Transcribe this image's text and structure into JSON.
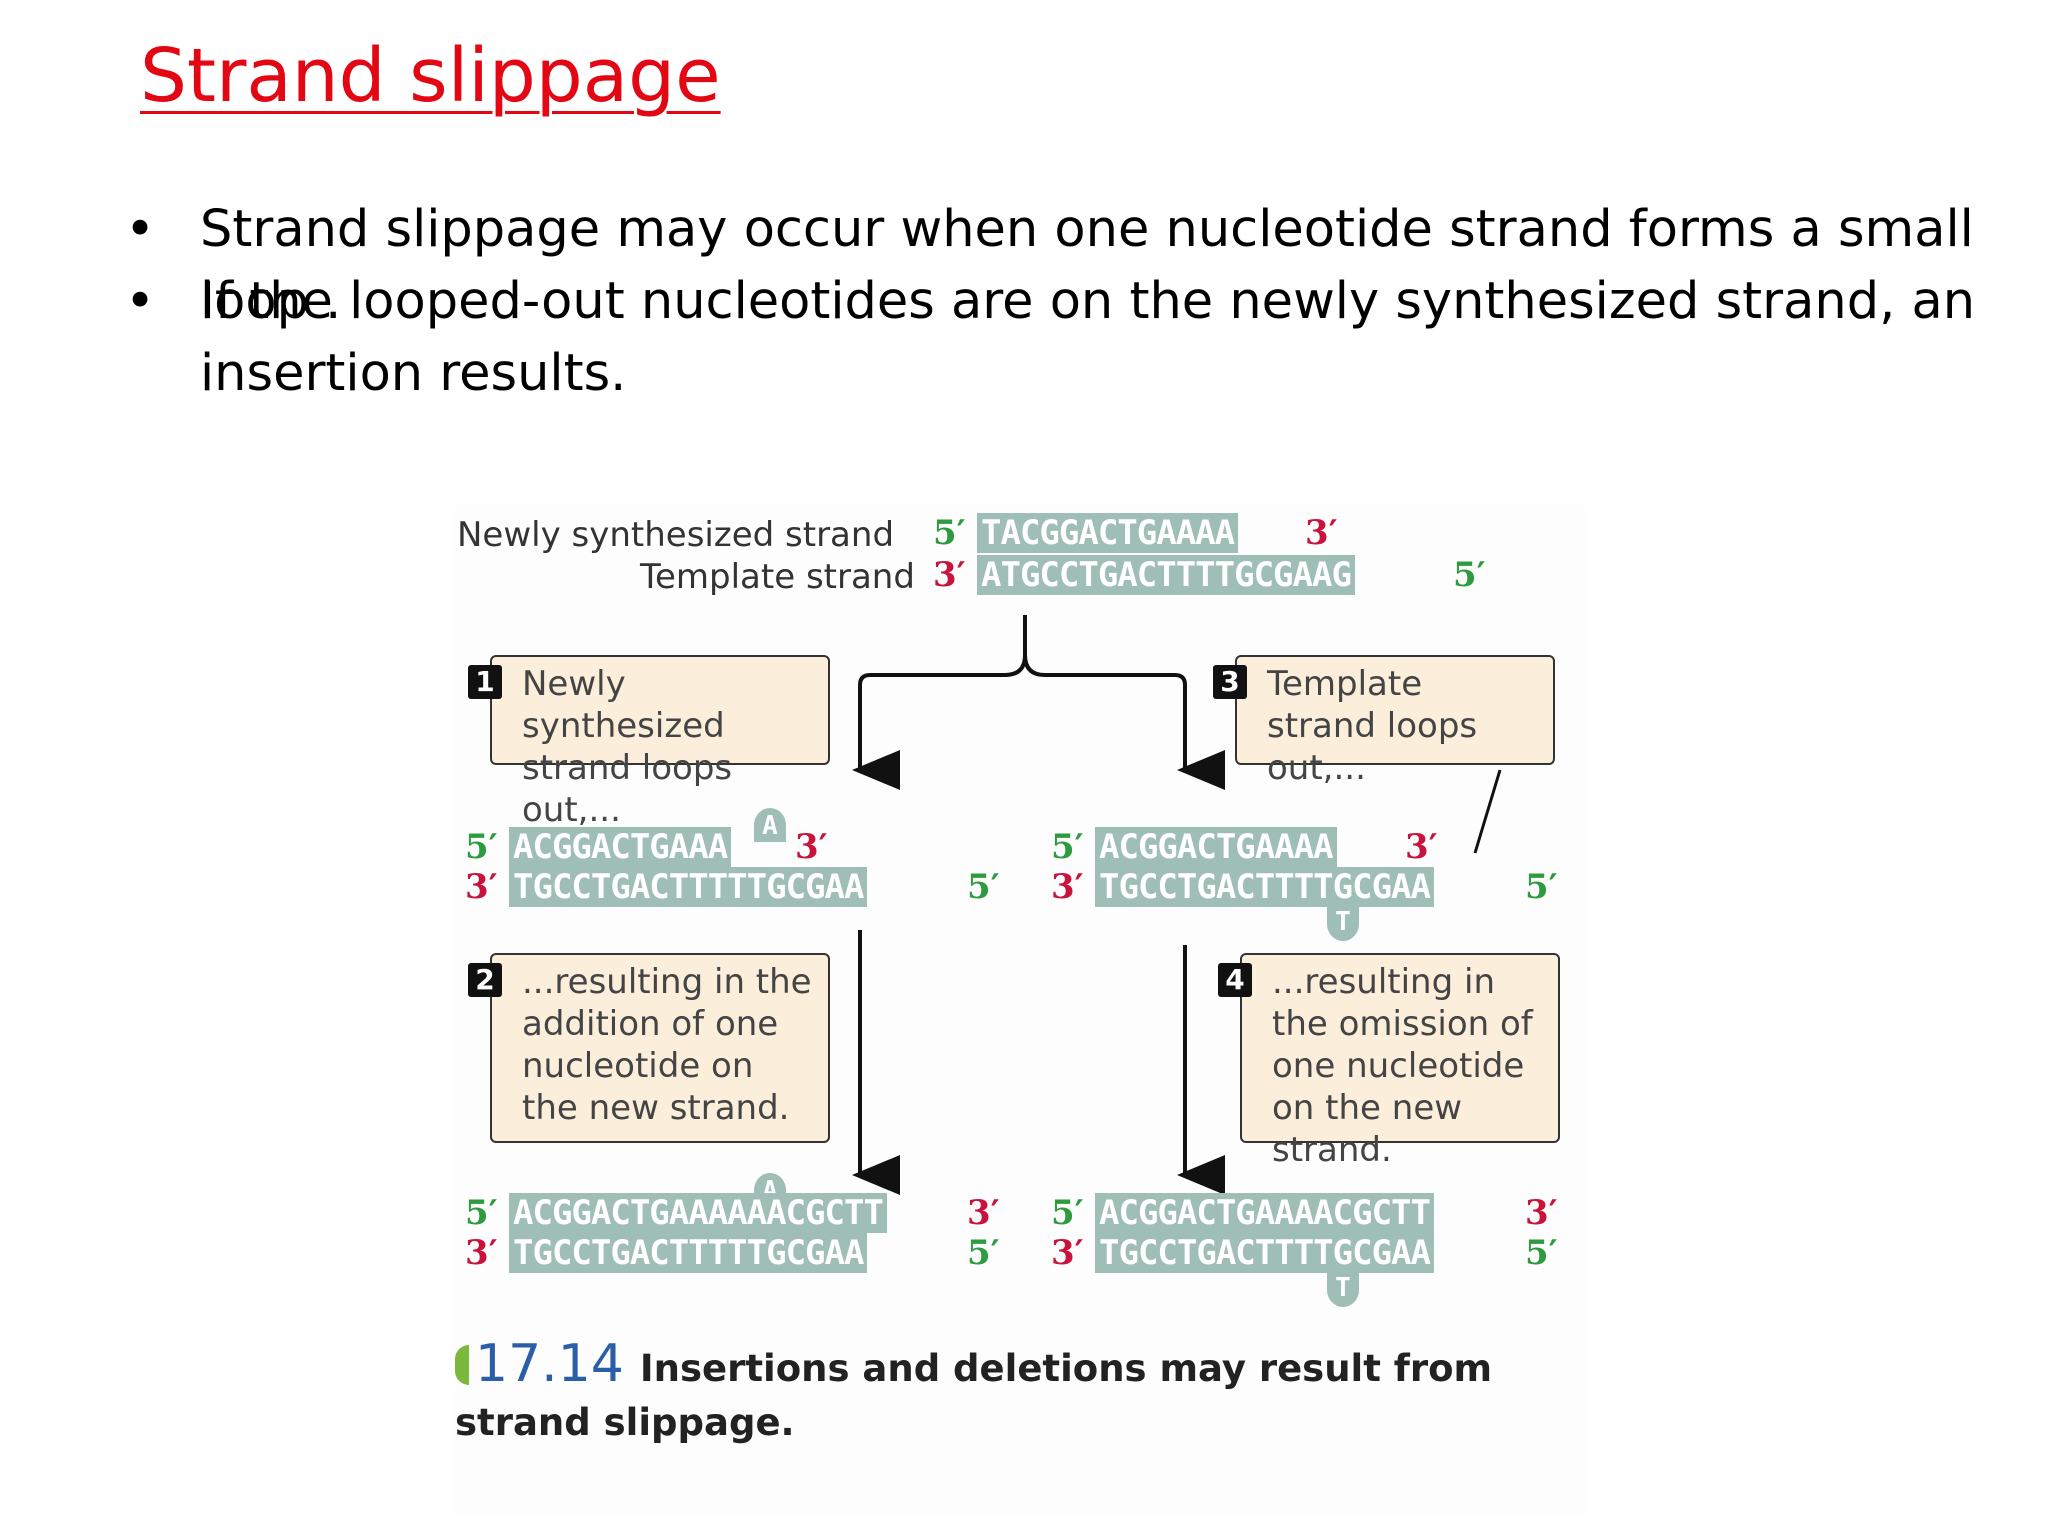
{
  "slide": {
    "title": "Strand slippage",
    "bullets": [
      "Strand slippage may occur when one nucleotide strand forms a small loop .",
      " If the looped-out nucleotides are on the newly synthesized strand, an insertion results."
    ],
    "bullet_symbol": "•"
  },
  "figure": {
    "top": {
      "new_label": "Newly synthesized strand",
      "template_label": "Template strand",
      "new_seq": "TACGGACTGAAAA",
      "template_seq": "ATGCCTGACTTTTGCGAAG"
    },
    "ends": {
      "five": "5′",
      "three": "3′"
    },
    "callouts": [
      {
        "num": "1",
        "text": "Newly synthesized strand loops out,..."
      },
      {
        "num": "2",
        "text": "...resulting in the addition of one nucleotide on the new strand."
      },
      {
        "num": "3",
        "text": "Template strand loops out,..."
      },
      {
        "num": "4",
        "text": "...resulting in the omission of one nucleotide on the new strand."
      }
    ],
    "left_mid": {
      "top_seq": "ACGGACTGAAA",
      "bottom_seq": "TGCCTGACTTTTTGCGAA",
      "loop": "A"
    },
    "right_mid": {
      "top_seq": "ACGGACTGAAAA",
      "bottom_seq": "TGCCTGACTTTTGCGAA",
      "loop": "T"
    },
    "left_bottom": {
      "top_seq": "ACGGACTGAAAAAACGCTT",
      "bottom_seq": "TGCCTGACTTTTTGCGAA",
      "loop": "A"
    },
    "right_bottom": {
      "top_seq": "ACGGACTGAAAACGCTT",
      "bottom_seq": "TGCCTGACTTTTGCGAA",
      "loop": "T"
    },
    "caption": {
      "number": "17.14",
      "text": "Insertions and deletions may result from strand slippage."
    },
    "colors": {
      "strand_fill": "#9fbeb5",
      "five_prime": "#2d9b3e",
      "three_prime": "#c8143c",
      "callout_bg": "#fbeedb",
      "title": "#e30613"
    }
  }
}
